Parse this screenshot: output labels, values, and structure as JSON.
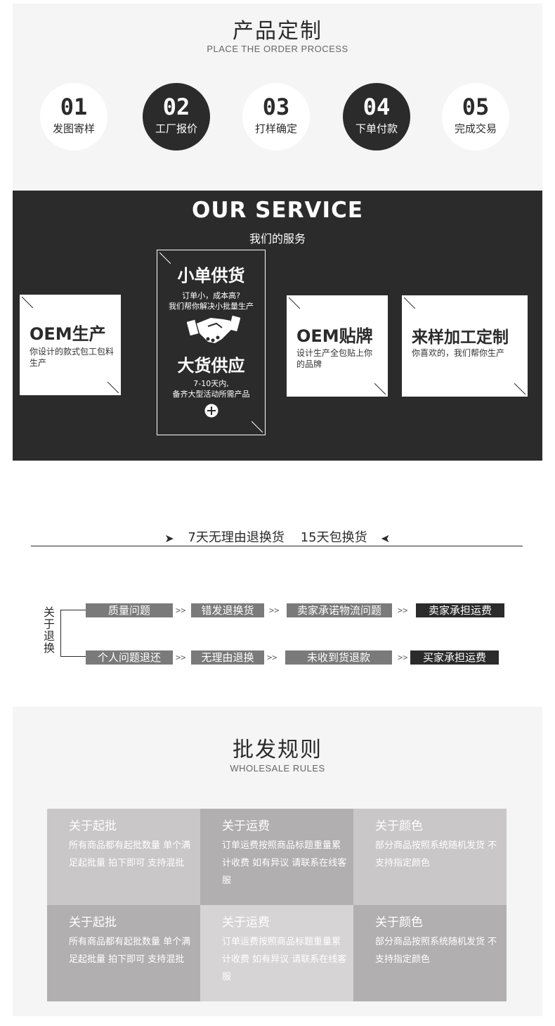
{
  "process": {
    "title": "产品定制",
    "subtitle": "PLACE  THE ORDER PROCESS",
    "steps": [
      {
        "num": "01",
        "label": "发图寄样"
      },
      {
        "num": "02",
        "label": "工厂报价"
      },
      {
        "num": "03",
        "label": "打样确定"
      },
      {
        "num": "04",
        "label": "下单付款"
      },
      {
        "num": "05",
        "label": "完成交易"
      }
    ]
  },
  "service": {
    "title": "OUR SERVICE",
    "subtitle": "我们的服务",
    "oem_production": {
      "title": "OEM生产",
      "desc": "你设计的款式包工包料生产"
    },
    "feature": {
      "title1": "小单供货",
      "desc1_line1": "订单小，成本高?",
      "desc1_line2": "我们帮你解决小批量生产",
      "title2": "大货供应",
      "desc2_line1": "7-10天内,",
      "desc2_line2": "备齐大型活动所需产品"
    },
    "oem_label": {
      "title": "OEM贴牌",
      "desc": "设计生产全包贴上你的品牌"
    },
    "sample": {
      "title": "来样加工定制",
      "desc": "你喜欢的，我们帮你生产"
    }
  },
  "returns": {
    "title": "7天无理由退换货    15天包换货",
    "about": "关于退换",
    "sep": ">>",
    "row1": [
      "质量问题",
      "错发退换货",
      "卖家承诺物流问题",
      "卖家承担运费"
    ],
    "row2": [
      "个人问题退还",
      "无理由退换",
      "未收到货退款",
      "买家承担运费"
    ]
  },
  "wholesale": {
    "title": "批发规则",
    "subtitle": "WHOLESALE RULES",
    "rules": [
      {
        "title": "关于起批",
        "desc": "所有商品都有起批数量 单个满足起批量 拍下即可  支持混批"
      },
      {
        "title": "关于运费",
        "desc": "订单运费按照商品标题重量累计收费 如有异议  请联系在线客服"
      },
      {
        "title": "关于颜色",
        "desc": "部分商品按照系统随机发货  不支持指定颜色"
      },
      {
        "title": "关于起批",
        "desc": "所有商品都有起批数量 单个满足起批量 拍下即可  支持混批"
      },
      {
        "title": "关于运费",
        "desc": "订单运费按照商品标题重量累计收费 如有异议  请联系在线客服"
      },
      {
        "title": "关于颜色",
        "desc": "部分商品按照系统随机发货  不支持指定颜色"
      }
    ]
  },
  "colors": {
    "dark": "#2b2b2b",
    "light_bg": "#f5f5f5",
    "tag_gray": "#7a7a7a"
  }
}
